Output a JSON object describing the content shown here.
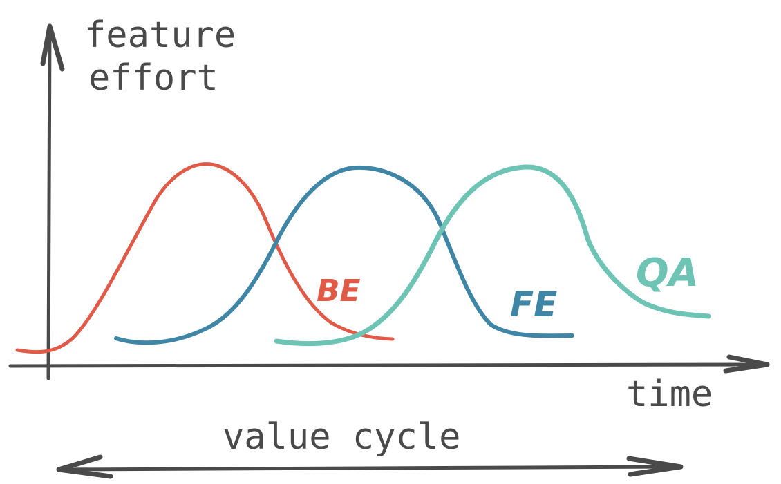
{
  "y_axis_label_line1": "feature",
  "y_axis_label_line2": "effort",
  "x_axis_label": "time",
  "span_label": "value cycle",
  "colors": {
    "axis": "#4a4a4a",
    "be": "#e05a47",
    "fe": "#3f85a6",
    "qa": "#6dc3b4"
  },
  "curves": [
    {
      "id": "be",
      "label": "BE",
      "color": "#e05a47"
    },
    {
      "id": "fe",
      "label": "FE",
      "color": "#3f85a6"
    },
    {
      "id": "qa",
      "label": "QA",
      "color": "#6dc3b4"
    }
  ]
}
